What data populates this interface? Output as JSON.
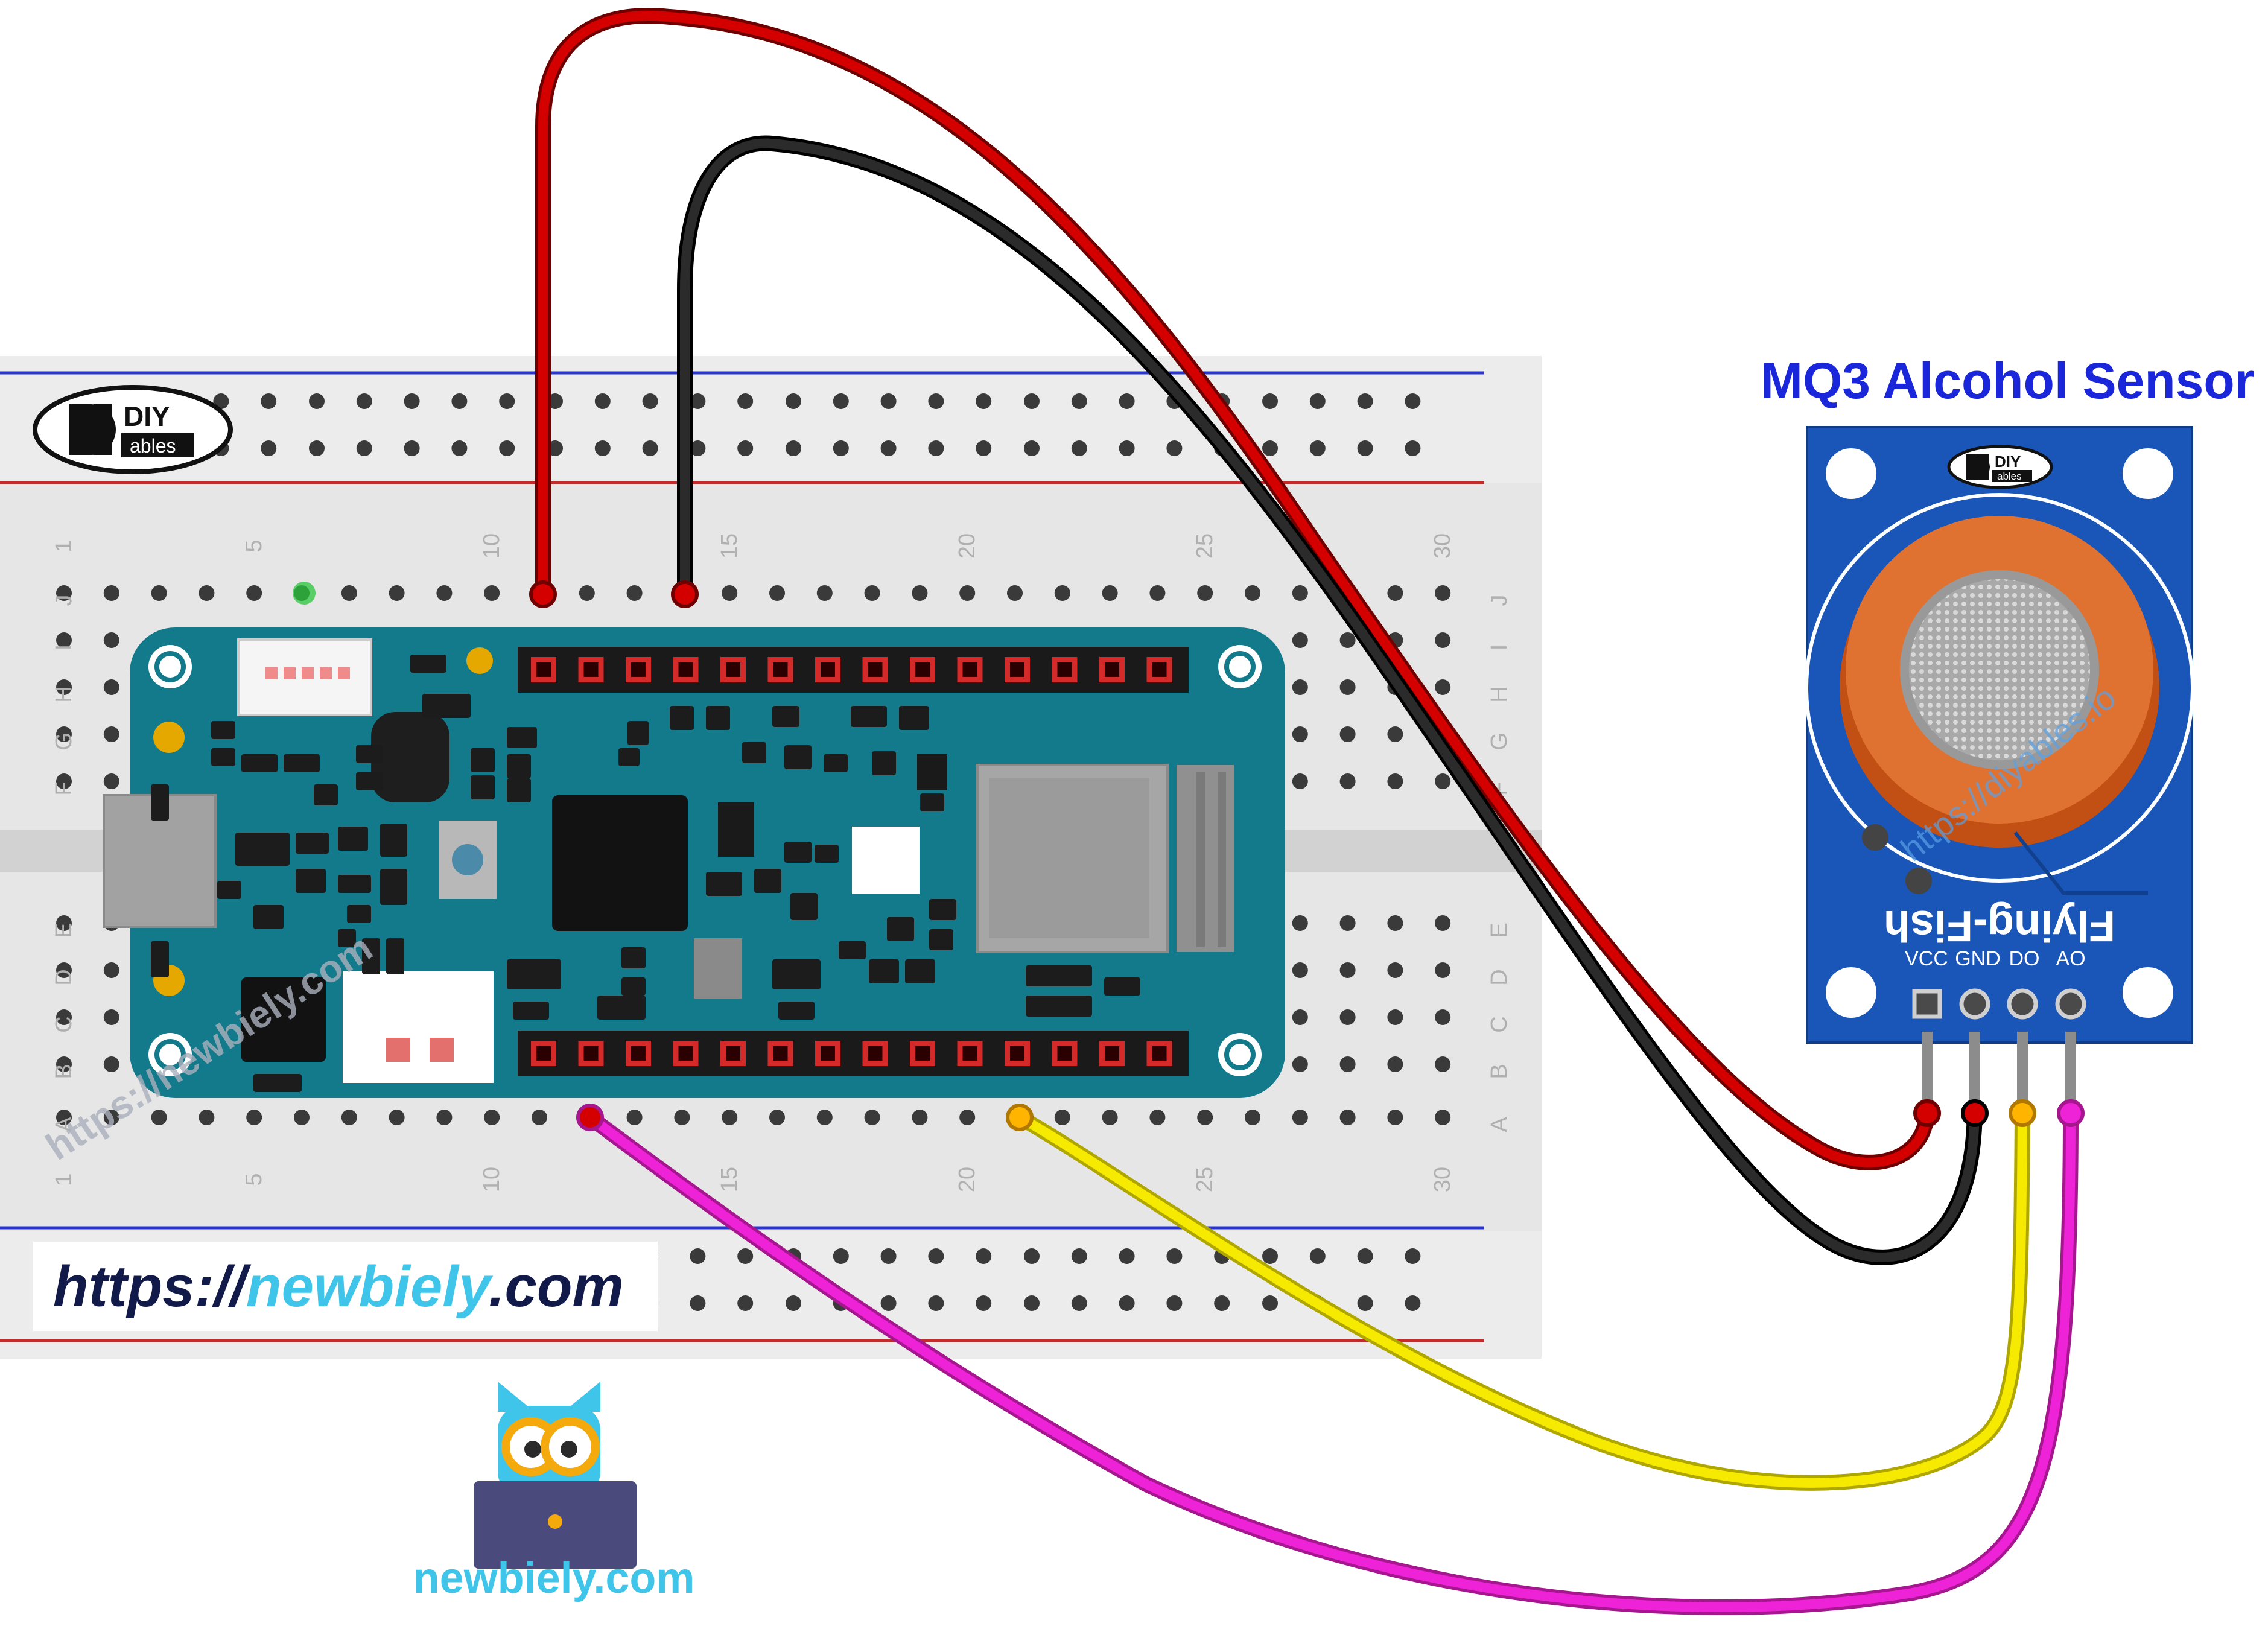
{
  "header": {
    "sensor_title": "MQ3 Alcohol Sensor"
  },
  "breadboard": {
    "logo_top": "DIY",
    "logo_bottom": "ables",
    "row_letters_top": [
      "J",
      "I",
      "H",
      "G",
      "F"
    ],
    "row_letters_bottom": [
      "E",
      "D",
      "C",
      "B",
      "A"
    ],
    "column_numbers": [
      "1",
      "5",
      "10",
      "15",
      "20",
      "25",
      "30"
    ]
  },
  "sensor": {
    "brand": "Flying-Fish",
    "logo_top": "DIY",
    "logo_bottom": "ables",
    "watermark": "https://diyables.io",
    "pins": [
      "VCC",
      "GND",
      "DO",
      "AO"
    ]
  },
  "watermarks": {
    "board_diag": "https://newbiely.com",
    "url_scheme": "https://",
    "url_domain": "newbiely",
    "url_tld": ".com",
    "footer_brand": "newbiely.com"
  },
  "colors": {
    "wire_vcc": "#d40000",
    "wire_gnd": "#1a1a1a",
    "wire_do": "#f6ea00",
    "wire_ao": "#ee22d6",
    "board": "#127a8a",
    "sensor_pcb": "#1a55b8",
    "title": "#1a26d9",
    "brand_cyan": "#3fc5ea"
  },
  "wires": [
    {
      "name": "VCC",
      "color": "#d40000"
    },
    {
      "name": "GND",
      "color": "#1a1a1a"
    },
    {
      "name": "DO",
      "color": "#f6ea00"
    },
    {
      "name": "AO",
      "color": "#ee22d6"
    }
  ]
}
